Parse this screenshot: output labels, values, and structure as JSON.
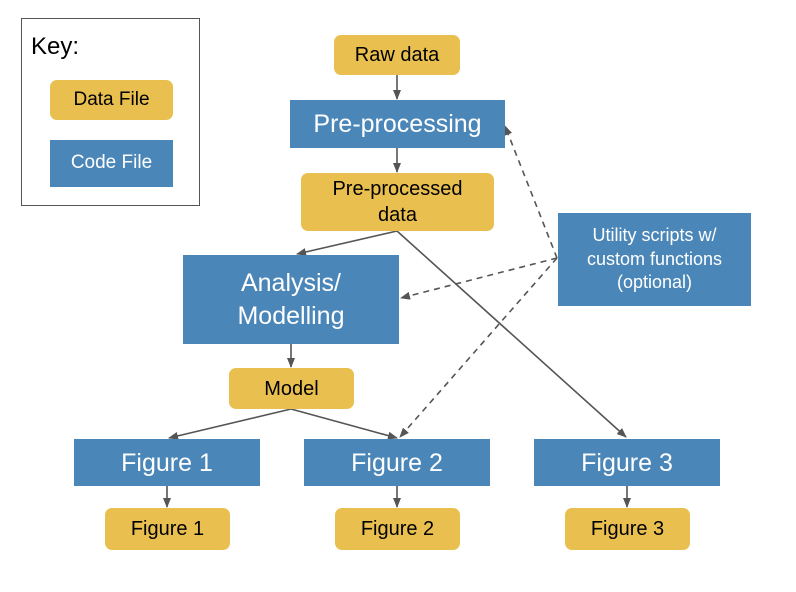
{
  "legend": {
    "title": "Key:",
    "data_file": "Data File",
    "code_file": "Code File"
  },
  "nodes": {
    "raw_data": "Raw data",
    "preprocessing": "Pre-processing",
    "preprocessed_data": "Pre-processed\ndata",
    "analysis": "Analysis/\nModelling",
    "model": "Model",
    "utility": "Utility scripts w/\ncustom functions\n(optional)",
    "figure1_code": "Figure 1",
    "figure2_code": "Figure 2",
    "figure3_code": "Figure 3",
    "figure1_file": "Figure 1",
    "figure2_file": "Figure 2",
    "figure3_file": "Figure 3"
  },
  "colors": {
    "data_file": "#e9c04f",
    "code_file": "#4a86b8",
    "arrow": "#555555"
  }
}
